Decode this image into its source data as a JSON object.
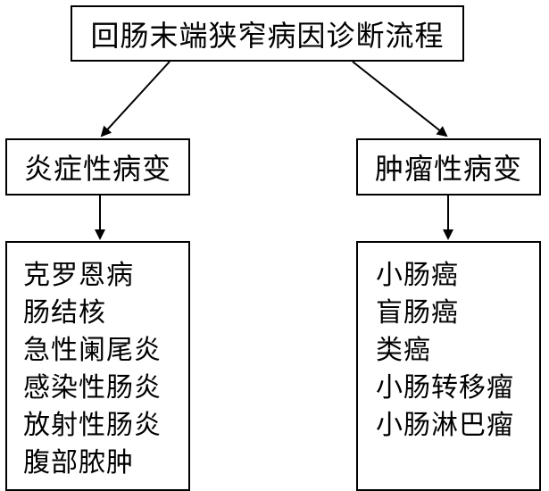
{
  "title": "回肠末端狭窄病因诊断流程",
  "categories": [
    {
      "label": "炎症性病变",
      "items": [
        "克罗恩病",
        "肠结核",
        "急性阑尾炎",
        "感染性肠炎",
        "放射性肠炎",
        "腹部脓肿"
      ]
    },
    {
      "label": "肿瘤性病变",
      "items": [
        "小肠癌",
        "盲肠癌",
        "类癌",
        "小肠转移瘤",
        "小肠淋巴瘤"
      ]
    }
  ]
}
